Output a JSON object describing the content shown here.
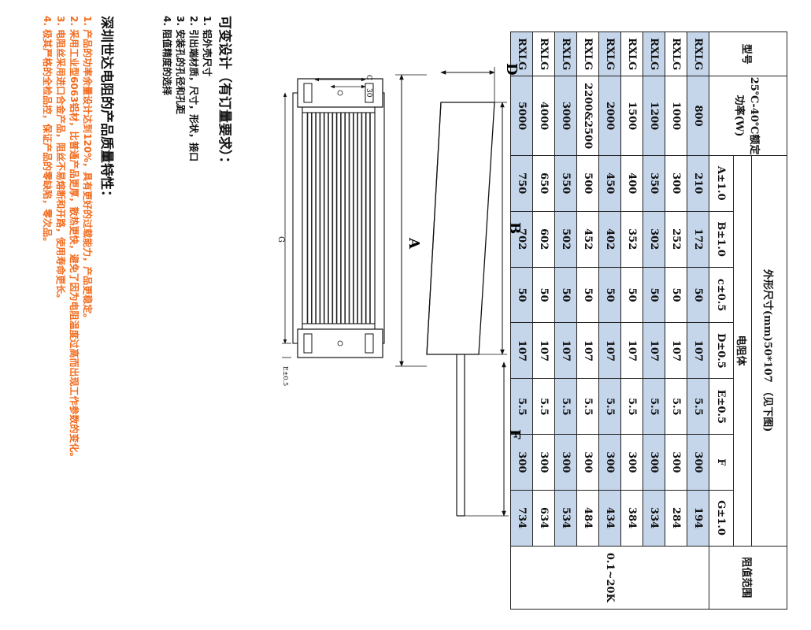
{
  "table": {
    "header_model": "型号",
    "header_power": "25℃-40℃额定功率(W)",
    "header_dims_title": "外形尺寸(mm)50*107 （见下图)",
    "header_body": "电阻体",
    "header_range": "阻值范围",
    "dim_headers": [
      "A±1.0",
      "B±1.0",
      "c±0.5",
      "D±0.5",
      "E±0.5",
      "F",
      "G±1.0"
    ],
    "range_value": "0.1~20K",
    "rows": [
      {
        "model": "RXLG",
        "power": "800",
        "A": "210",
        "B": "172",
        "c": "50",
        "D": "107",
        "E": "5.5",
        "F": "300",
        "G": "194"
      },
      {
        "model": "RXLG",
        "power": "1000",
        "A": "300",
        "B": "252",
        "c": "50",
        "D": "107",
        "E": "5.5",
        "F": "300",
        "G": "284"
      },
      {
        "model": "RXLG",
        "power": "1200",
        "A": "350",
        "B": "302",
        "c": "50",
        "D": "107",
        "E": "5.5",
        "F": "300",
        "G": "334"
      },
      {
        "model": "RXLG",
        "power": "1500",
        "A": "400",
        "B": "352",
        "c": "50",
        "D": "107",
        "E": "5.5",
        "F": "300",
        "G": "384"
      },
      {
        "model": "RXLG",
        "power": "2000",
        "A": "450",
        "B": "402",
        "c": "50",
        "D": "107",
        "E": "5.5",
        "F": "300",
        "G": "434"
      },
      {
        "model": "RXLG",
        "power": "2200&2500",
        "A": "500",
        "B": "452",
        "c": "50",
        "D": "107",
        "E": "5.5",
        "F": "300",
        "G": "484"
      },
      {
        "model": "RXLG",
        "power": "3000",
        "A": "550",
        "B": "502",
        "c": "50",
        "D": "107",
        "E": "5.5",
        "F": "300",
        "G": "534"
      },
      {
        "model": "RXLG",
        "power": "4000",
        "A": "650",
        "B": "602",
        "c": "50",
        "D": "107",
        "E": "5.5",
        "F": "300",
        "G": "634"
      },
      {
        "model": "RXLG",
        "power": "5000",
        "A": "750",
        "B": "702",
        "c": "50",
        "D": "107",
        "E": "5.5",
        "F": "300",
        "G": "734"
      }
    ],
    "highlight_color": "#c5d5ea"
  },
  "drawing": {
    "label_D": "D",
    "label_B": "B",
    "label_A": "A",
    "label_F": "F",
    "label_G": "G",
    "label_C": "C",
    "label_30": "30",
    "label_E": "E±0.5"
  },
  "design": {
    "title": "可变设计（有订量要求）：",
    "items": [
      "1. 铝外壳尺寸",
      "2. 引出端材质，尺寸，形状，接口",
      "3. 安装孔的孔径和孔距",
      "4. 阻值精度的选择"
    ]
  },
  "quality": {
    "title": "深圳世达电阻的产品质量特性：",
    "color": "#f26b1d",
    "items": [
      "1. 产品的功率余量设计达到120%，具有更好的过载能力，产品更稳定。",
      "2. 采用工业型6063铝材，比普通产品更厚，散热更快，避免了因为电阻温度过高而出现工作参数的变化。",
      "3. 电阻丝采用进口合金产品，阻丝不易熔断和开路，使用寿命更长。",
      "4. 极其严格的全检品控，保证产品的零缺陷，零次品。"
    ]
  }
}
